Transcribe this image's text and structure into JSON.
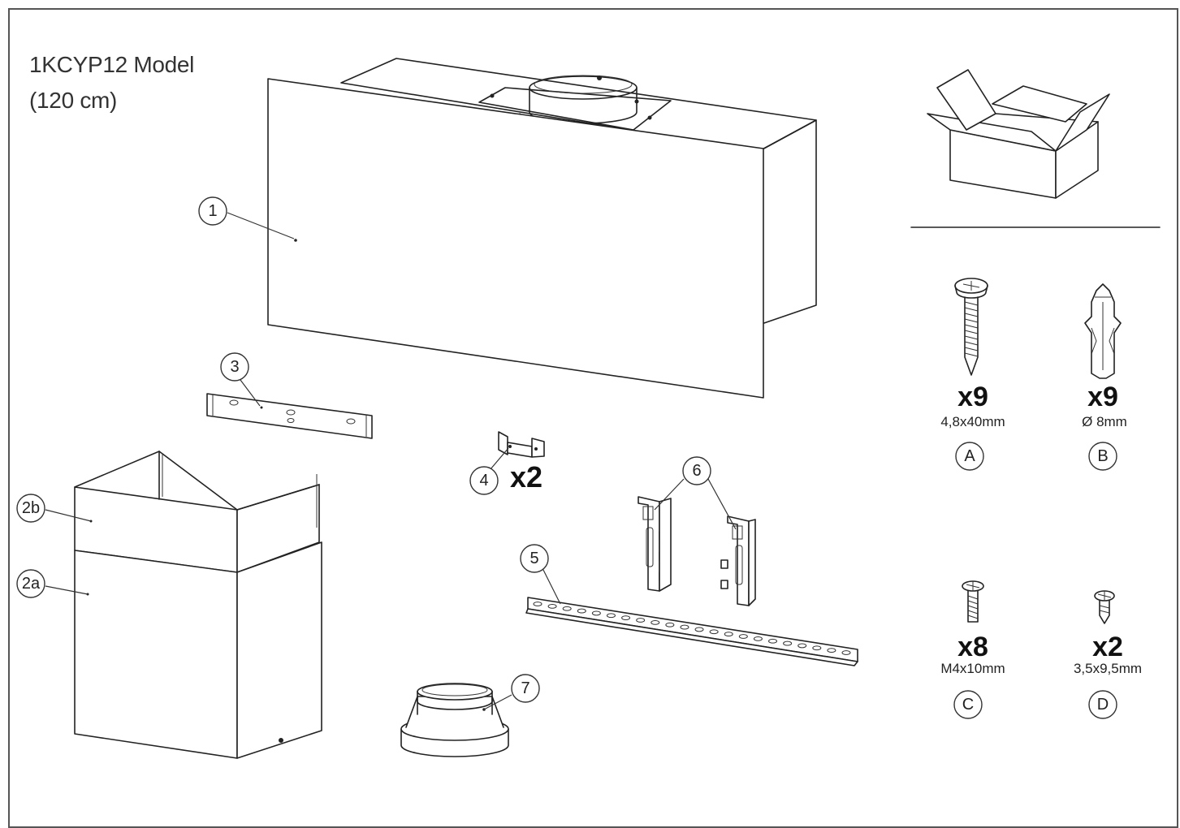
{
  "title": {
    "model": "1KCYP12 Model",
    "size": "(120 cm)"
  },
  "parts": [
    {
      "id": "1",
      "name": "hood-body"
    },
    {
      "id": "2a",
      "name": "lower-chimney"
    },
    {
      "id": "2b",
      "name": "upper-chimney"
    },
    {
      "id": "3",
      "name": "mounting-bracket"
    },
    {
      "id": "4",
      "name": "small-bracket",
      "quantity": "x2"
    },
    {
      "id": "5",
      "name": "wall-rail"
    },
    {
      "id": "6",
      "name": "hanging-hooks"
    },
    {
      "id": "7",
      "name": "duct-reducer"
    }
  ],
  "hardware": [
    {
      "id": "A",
      "quantity": "x9",
      "spec": "4,8x40mm",
      "icon": "wood-screw-icon"
    },
    {
      "id": "B",
      "quantity": "x9",
      "spec": "Ø 8mm",
      "icon": "wall-plug-icon"
    },
    {
      "id": "C",
      "quantity": "x8",
      "spec": "M4x10mm",
      "icon": "machine-screw-icon"
    },
    {
      "id": "D",
      "quantity": "x2",
      "spec": "3,5x9,5mm",
      "icon": "small-screw-icon"
    }
  ],
  "colors": {
    "line": "#222222",
    "frame": "#555555",
    "background": "#ffffff"
  }
}
